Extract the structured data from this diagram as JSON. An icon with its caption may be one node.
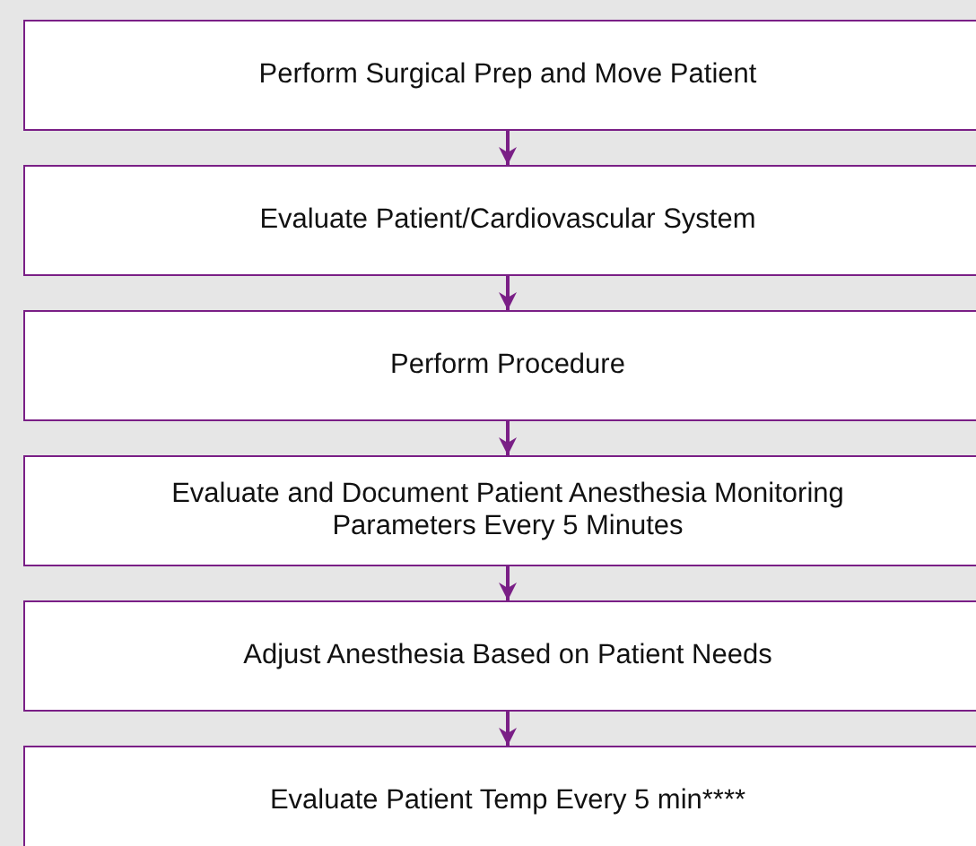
{
  "diagram": {
    "nodes": [
      {
        "text": [
          "Perform Surgical Prep and Move Patient"
        ]
      },
      {
        "text": [
          "Evaluate Patient/Cardiovascular System"
        ]
      },
      {
        "text": [
          "Perform Procedure"
        ]
      },
      {
        "text": [
          "Evaluate and Document Patient Anesthesia Monitoring Parameters Every 5 Minutes"
        ]
      },
      {
        "text": [
          "Adjust Anesthesia Based on Patient Needs"
        ]
      },
      {
        "text": [
          "Evaluate Patient Temp Every 5 min****"
        ]
      }
    ],
    "edges": [
      {
        "from": 0,
        "to": 1,
        "arrow": "to"
      },
      {
        "from": 1,
        "to": 2,
        "arrow": "to"
      },
      {
        "from": 2,
        "to": 3,
        "arrow": "to"
      },
      {
        "from": 3,
        "to": 4,
        "arrow": "to"
      },
      {
        "from": 4,
        "to": 5,
        "arrow": "to"
      }
    ]
  }
}
